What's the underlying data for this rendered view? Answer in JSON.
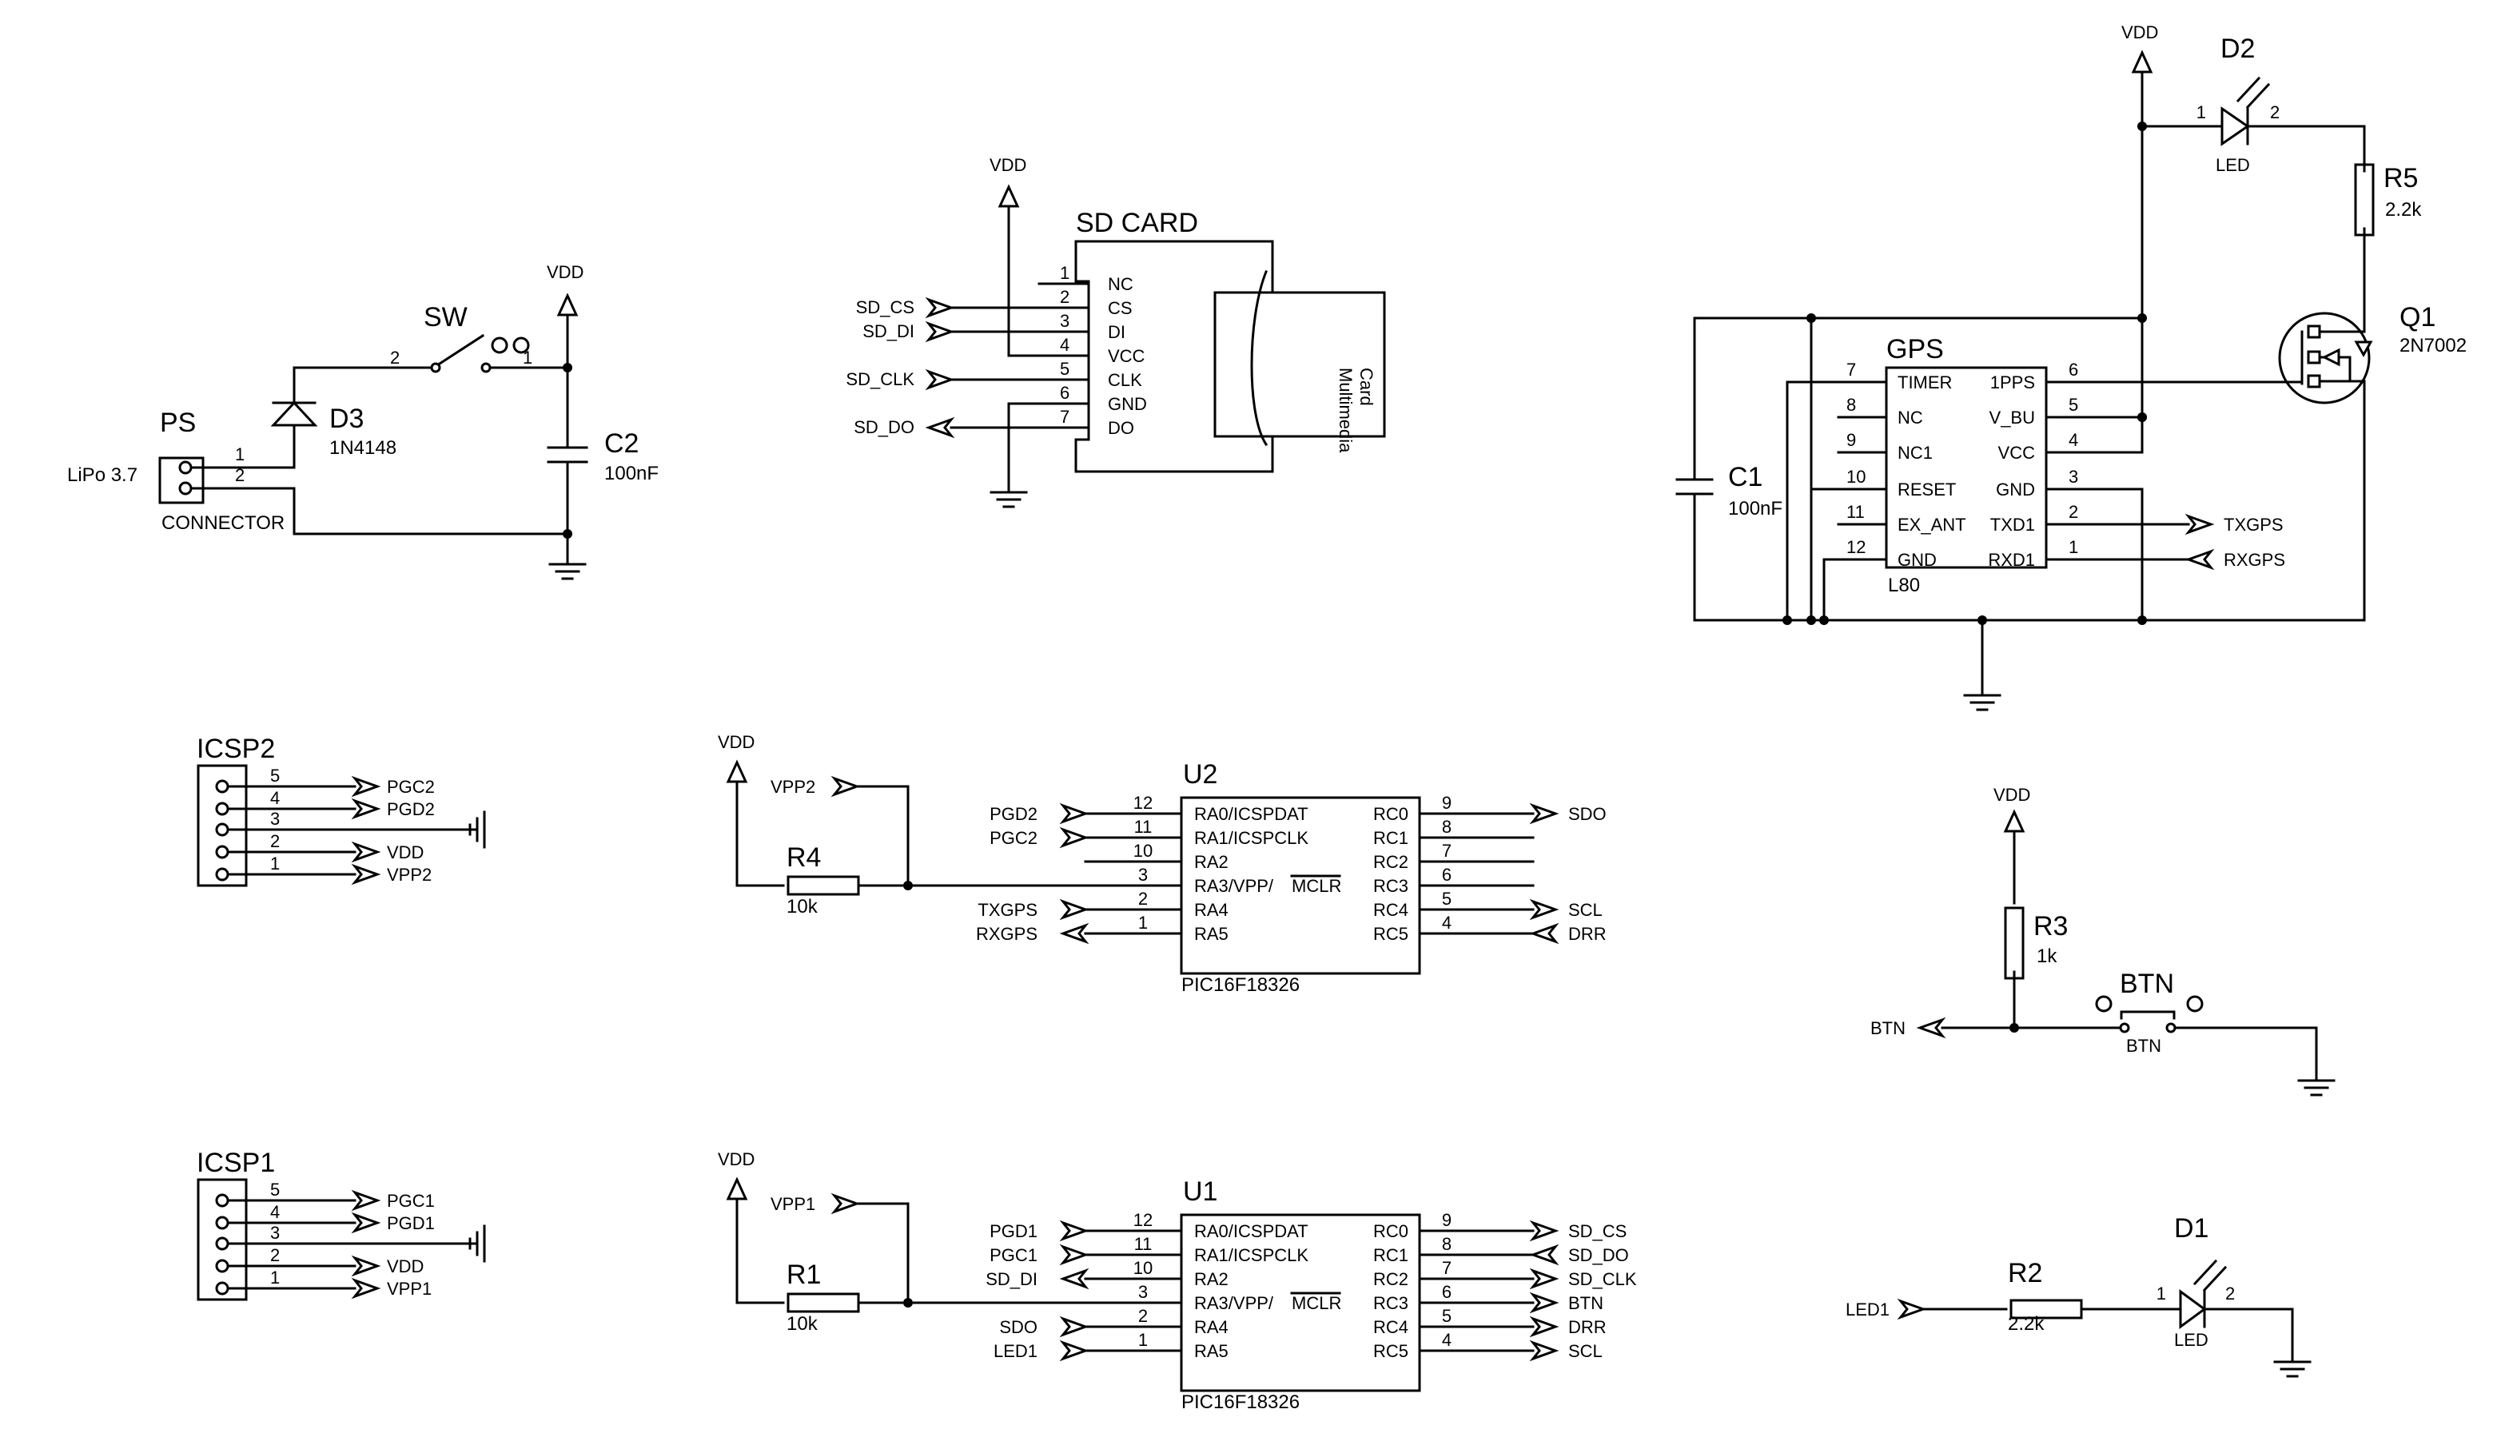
{
  "power": {
    "vdd": "VDD"
  },
  "ps": {
    "ref": "PS",
    "value": "LiPo 3.7",
    "type": "CONNECTOR",
    "pin1": "1",
    "pin2": "2"
  },
  "d3": {
    "ref": "D3",
    "part": "1N4148"
  },
  "sw": {
    "ref": "SW",
    "pin1": "1",
    "pin2": "2"
  },
  "c2": {
    "ref": "C2",
    "value": "100nF"
  },
  "sdcard": {
    "ref": "SD CARD",
    "body_line1": "Card",
    "body_line2": "Multimedia",
    "pins": [
      {
        "num": "1",
        "name": "NC",
        "net": ""
      },
      {
        "num": "2",
        "name": "CS",
        "net": "SD_CS"
      },
      {
        "num": "3",
        "name": "DI",
        "net": "SD_DI"
      },
      {
        "num": "4",
        "name": "VCC",
        "net": ""
      },
      {
        "num": "5",
        "name": "CLK",
        "net": "SD_CLK"
      },
      {
        "num": "6",
        "name": "GND",
        "net": ""
      },
      {
        "num": "7",
        "name": "DO",
        "net": "SD_DO"
      }
    ]
  },
  "gps": {
    "ref": "GPS",
    "part": "L80",
    "left_pins": [
      {
        "num": "7",
        "name": "TIMER"
      },
      {
        "num": "8",
        "name": "NC"
      },
      {
        "num": "9",
        "name": "NC1"
      },
      {
        "num": "10",
        "name": "RESET"
      },
      {
        "num": "11",
        "name": "EX_ANT"
      },
      {
        "num": "12",
        "name": "GND"
      }
    ],
    "right_pins": [
      {
        "num": "6",
        "name": "1PPS"
      },
      {
        "num": "5",
        "name": "V_BU"
      },
      {
        "num": "4",
        "name": "VCC"
      },
      {
        "num": "3",
        "name": "GND"
      },
      {
        "num": "2",
        "name": "TXD1"
      },
      {
        "num": "1",
        "name": "RXD1"
      }
    ],
    "net_tx": "TXGPS",
    "net_rx": "RXGPS"
  },
  "c1": {
    "ref": "C1",
    "value": "100nF"
  },
  "d2": {
    "ref": "D2",
    "type": "LED",
    "pin1": "1",
    "pin2": "2"
  },
  "r5": {
    "ref": "R5",
    "value": "2.2k"
  },
  "q1": {
    "ref": "Q1",
    "part": "2N7002"
  },
  "icsp2": {
    "ref": "ICSP2",
    "pins": [
      {
        "num": "5",
        "net": "PGC2"
      },
      {
        "num": "4",
        "net": "PGD2"
      },
      {
        "num": "3",
        "net": ""
      },
      {
        "num": "2",
        "net": "VDD"
      },
      {
        "num": "1",
        "net": "VPP2"
      }
    ]
  },
  "icsp1": {
    "ref": "ICSP1",
    "pins": [
      {
        "num": "5",
        "net": "PGC1"
      },
      {
        "num": "4",
        "net": "PGD1"
      },
      {
        "num": "3",
        "net": ""
      },
      {
        "num": "2",
        "net": "VDD"
      },
      {
        "num": "1",
        "net": "VPP1"
      }
    ]
  },
  "u2": {
    "ref": "U2",
    "part": "PIC16F18326",
    "vpp_net": "VPP2",
    "r_ref": "R4",
    "r_value": "10k",
    "left": [
      {
        "num": "12",
        "name": "RA0/ICSPDAT",
        "net": "PGD2"
      },
      {
        "num": "11",
        "name": "RA1/ICSPCLK",
        "net": "PGC2"
      },
      {
        "num": "10",
        "name": "RA2",
        "net": ""
      },
      {
        "num": "3",
        "name": "RA3/VPP/",
        "net": ""
      },
      {
        "num": "2",
        "name": "RA4",
        "net": "TXGPS"
      },
      {
        "num": "1",
        "name": "RA5",
        "net": "RXGPS"
      }
    ],
    "right": [
      {
        "num": "9",
        "name": "RC0",
        "net": "SDO"
      },
      {
        "num": "8",
        "name": "RC1",
        "net": ""
      },
      {
        "num": "7",
        "name": "RC2",
        "net": ""
      },
      {
        "num": "6",
        "name": "RC3",
        "net": ""
      },
      {
        "num": "5",
        "name": "RC4",
        "net": "SCL"
      },
      {
        "num": "4",
        "name": "RC5",
        "net": "DRR"
      }
    ],
    "mclr": "MCLR"
  },
  "u1": {
    "ref": "U1",
    "part": "PIC16F18326",
    "vpp_net": "VPP1",
    "r_ref": "R1",
    "r_value": "10k",
    "left": [
      {
        "num": "12",
        "name": "RA0/ICSPDAT",
        "net": "PGD1"
      },
      {
        "num": "11",
        "name": "RA1/ICSPCLK",
        "net": "PGC1"
      },
      {
        "num": "10",
        "name": "RA2",
        "net": "SD_DI"
      },
      {
        "num": "3",
        "name": "RA3/VPP/",
        "net": ""
      },
      {
        "num": "2",
        "name": "RA4",
        "net": "SDO"
      },
      {
        "num": "1",
        "name": "RA5",
        "net": "LED1"
      }
    ],
    "right": [
      {
        "num": "9",
        "name": "RC0",
        "net": "SD_CS"
      },
      {
        "num": "8",
        "name": "RC1",
        "net": "SD_DO"
      },
      {
        "num": "7",
        "name": "RC2",
        "net": "SD_CLK"
      },
      {
        "num": "6",
        "name": "RC3",
        "net": "BTN"
      },
      {
        "num": "5",
        "name": "RC4",
        "net": "DRR"
      },
      {
        "num": "4",
        "name": "RC5",
        "net": "SCL"
      }
    ],
    "mclr": "MCLR"
  },
  "r3": {
    "ref": "R3",
    "value": "1k"
  },
  "btn": {
    "ref": "BTN",
    "sub": "BTN",
    "net": "BTN"
  },
  "r2": {
    "ref": "R2",
    "value": "2.2k"
  },
  "d1": {
    "ref": "D1",
    "type": "LED",
    "pin1": "1",
    "pin2": "2",
    "net": "LED1"
  }
}
